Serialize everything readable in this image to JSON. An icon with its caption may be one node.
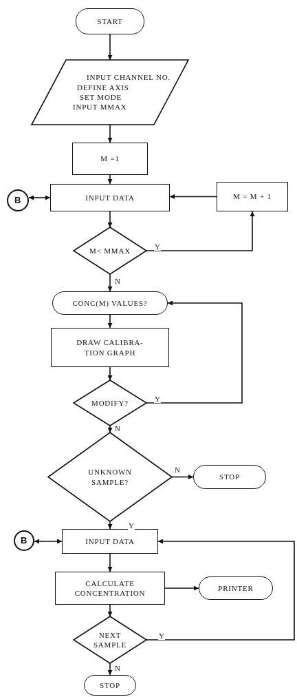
{
  "diagram": {
    "nodes": [
      {
        "text": [
          "START"
        ]
      },
      {
        "text": [
          "INPUT CHANNEL NO.",
          "DEFINE AXIS",
          "SET MODE",
          "INPUT MMAX"
        ]
      },
      {
        "text": [
          "M =1"
        ]
      },
      {
        "text": [
          "B"
        ]
      },
      {
        "text": [
          "INPUT DATA"
        ]
      },
      {
        "text": [
          "M = M + 1"
        ]
      },
      {
        "text": [
          "M< MMAX"
        ]
      },
      {
        "text": [
          "CONC(M) VALUES?"
        ]
      },
      {
        "text": [
          "DRAW CALIBRA- TION GRAPH"
        ]
      },
      {
        "text": [
          "MODIFY?"
        ]
      },
      {
        "text": [
          "UNKNOWN SAMPLE?"
        ]
      },
      {
        "text": [
          "STOP"
        ]
      },
      {
        "text": [
          "B"
        ]
      },
      {
        "text": [
          "INPUT DATA"
        ]
      },
      {
        "text": [
          "CALCULATE CONCENTRATION"
        ]
      },
      {
        "text": [
          "PRINTER"
        ]
      },
      {
        "text": [
          "NEXT SAMPLE"
        ]
      },
      {
        "text": [
          "STOP"
        ]
      }
    ],
    "edges": [
      {
        "from": 0,
        "to": 1,
        "arrow": "to"
      },
      {
        "from": 1,
        "to": 2,
        "arrow": "to"
      },
      {
        "from": 2,
        "to": 4,
        "arrow": "to"
      },
      {
        "from": 3,
        "to": 4,
        "arrow": "both"
      },
      {
        "from": 5,
        "to": 4,
        "arrow": "to"
      },
      {
        "from": 4,
        "to": 6,
        "arrow": "to"
      },
      {
        "from": 6,
        "to": 5,
        "arrow": "to",
        "label": "Y"
      },
      {
        "from": 6,
        "to": 7,
        "arrow": "to",
        "label": "N"
      },
      {
        "from": 7,
        "to": 8,
        "arrow": "to"
      },
      {
        "from": 8,
        "to": 9,
        "arrow": "to"
      },
      {
        "from": 9,
        "to": 7,
        "arrow": "to",
        "label": "Y"
      },
      {
        "from": 9,
        "to": 10,
        "arrow": "to",
        "label": "N"
      },
      {
        "from": 10,
        "to": 11,
        "arrow": "to",
        "label": "N"
      },
      {
        "from": 10,
        "to": 13,
        "arrow": "to",
        "label": "Y"
      },
      {
        "from": 12,
        "to": 13,
        "arrow": "both"
      },
      {
        "from": 13,
        "to": 14,
        "arrow": "to"
      },
      {
        "from": 14,
        "to": 15,
        "arrow": "to"
      },
      {
        "from": 14,
        "to": 16,
        "arrow": "to"
      },
      {
        "from": 16,
        "to": 13,
        "arrow": "to",
        "label": "Y"
      },
      {
        "from": 16,
        "to": 17,
        "arrow": "to",
        "label": "N"
      }
    ]
  }
}
